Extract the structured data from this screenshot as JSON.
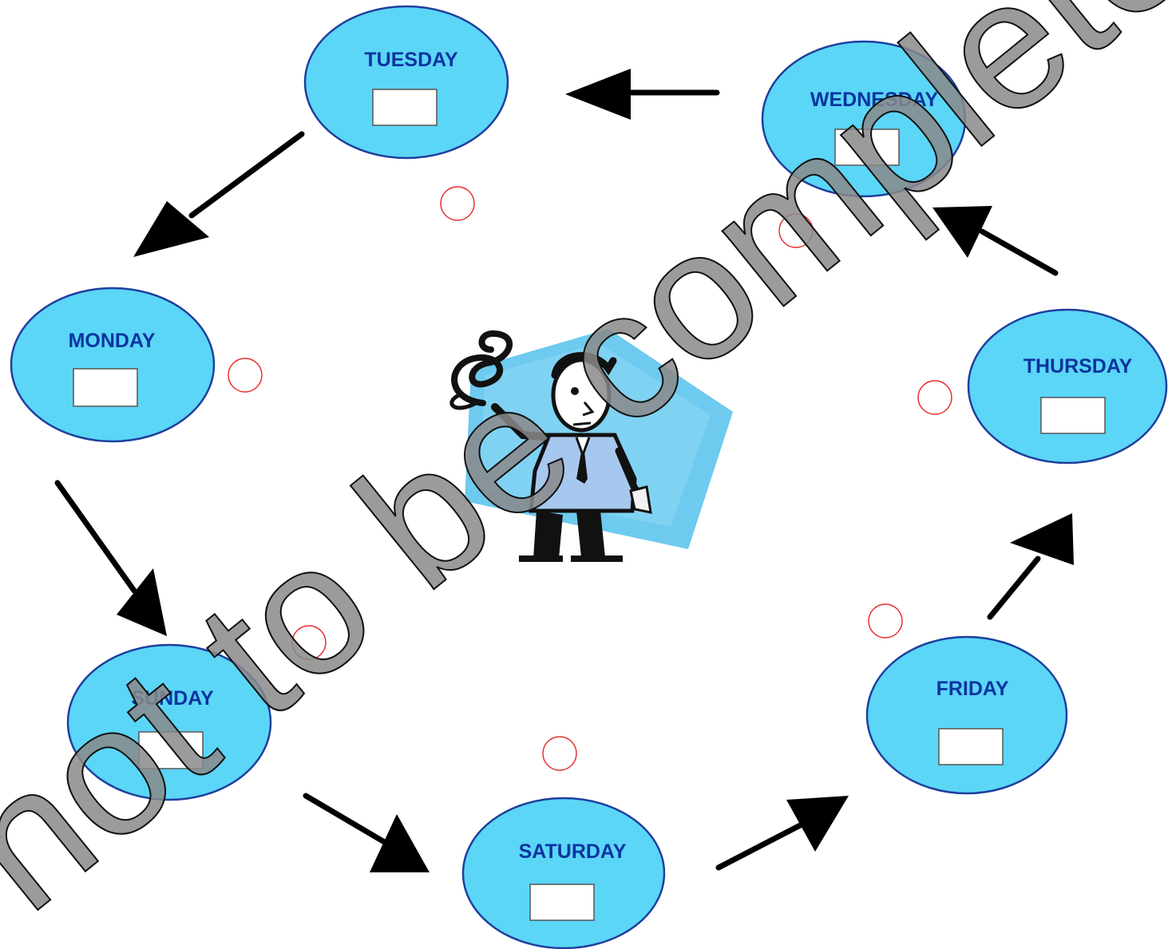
{
  "days": [
    {
      "id": "tuesday",
      "label": "TUESDAY"
    },
    {
      "id": "wednesday",
      "label": "WEDNESDAY"
    },
    {
      "id": "monday",
      "label": "MONDAY"
    },
    {
      "id": "thursday",
      "label": "THURSDAY"
    },
    {
      "id": "sunday",
      "label": "SUNDAY"
    },
    {
      "id": "friday",
      "label": "FRIDAY"
    },
    {
      "id": "saturday",
      "label": "SATURDAY"
    }
  ],
  "colors": {
    "node_fill": "#5bd6f7",
    "node_stroke": "#1e3f9e",
    "label": "#0b34a0",
    "arrow": "#000000",
    "radio": "#e83030",
    "watermark": "#8a8a8a",
    "illustration_bg": "#62c6ee"
  },
  "illustration": {
    "icon": "confused-man-icon"
  },
  "watermark_text": "not to be completed"
}
